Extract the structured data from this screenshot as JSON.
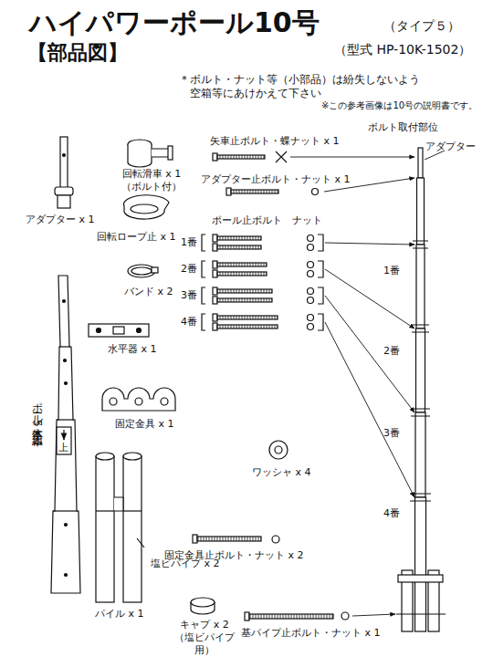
{
  "diagram": {
    "title": "ハイパワーポール10号",
    "labels": [
      "（タイプ５）",
      "【部品図】",
      "（型式 HP-10K-1502）",
      "＊ボルト・ナット等（小部品）は紛失しないよう 空箱等にあけかえて下さい",
      "※この参考画像は10号の説明書です。",
      "ボルト取付部位",
      "アダプター",
      "アダプター x 1",
      "回転滑車 x 1 （ボルト付）",
      "回転ロープ止 x 1",
      "バンド x 2",
      "水平器 x 1",
      "固定金具 x 1",
      "ポール本体（5本組） x 1",
      "上",
      "塩ビパイプ x 2",
      "パイル x 1",
      "キャプ x 2 （塩ビパイプ用）",
      "矢車止ボルト・蝶ナット x 1",
      "アダプター止ボルト・ナット x 1",
      "ポール止ボルト　ナット",
      "1番",
      "2番",
      "3番",
      "4番",
      "ワッシャ x 4",
      "固定金具止ボルト・ナット x 2",
      "基パイプ止ボルト・ナット x 1",
      "1番",
      "2番",
      "3番",
      "4番"
    ]
  }
}
